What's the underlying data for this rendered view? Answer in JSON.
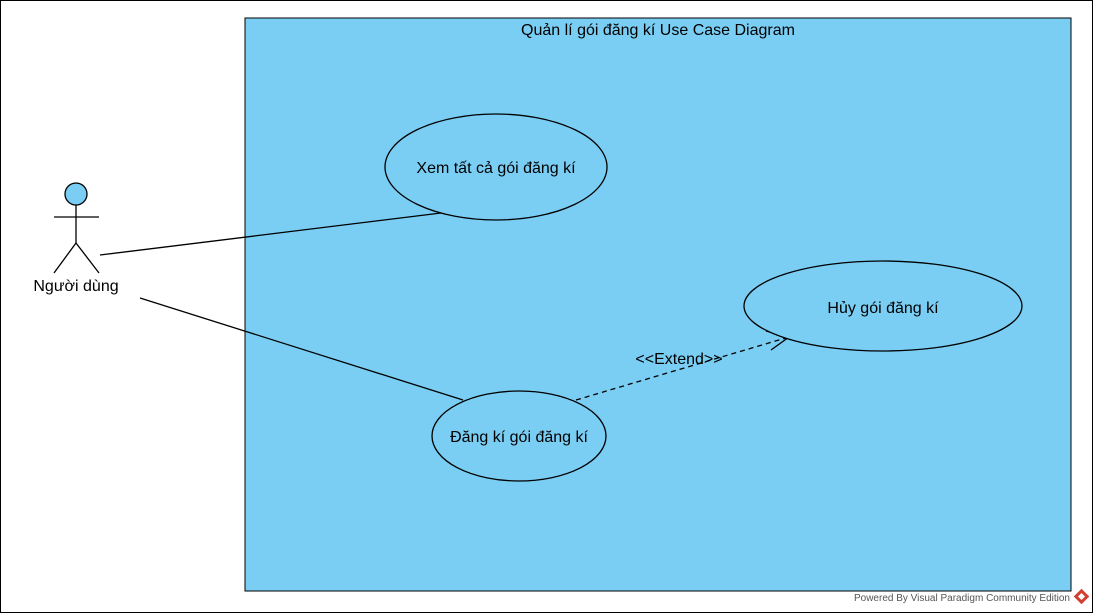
{
  "diagram": {
    "system_title": "Quản lí gói đăng kí Use Case Diagram",
    "actor": {
      "name": "Người dùng"
    },
    "use_cases": [
      {
        "id": "view_all",
        "label": "Xem tất cả gói đăng kí"
      },
      {
        "id": "cancel",
        "label": "Hủy gói đăng kí"
      },
      {
        "id": "register",
        "label": "Đăng kí gói đăng kí"
      }
    ],
    "relations": [
      {
        "type": "association",
        "from": "actor",
        "to": "view_all"
      },
      {
        "type": "association",
        "from": "actor",
        "to": "register"
      },
      {
        "type": "extend",
        "from": "register",
        "to": "cancel",
        "label": "<<Extend>>"
      }
    ],
    "footer": "Powered By  Visual Paradigm Community Edition"
  },
  "colors": {
    "system_fill": "#7ACEF4",
    "actor_head_fill": "#7ACEF4",
    "usecase_fill": "#7ACEF4",
    "stroke": "#000000",
    "footer_logo": "#D23F31"
  }
}
